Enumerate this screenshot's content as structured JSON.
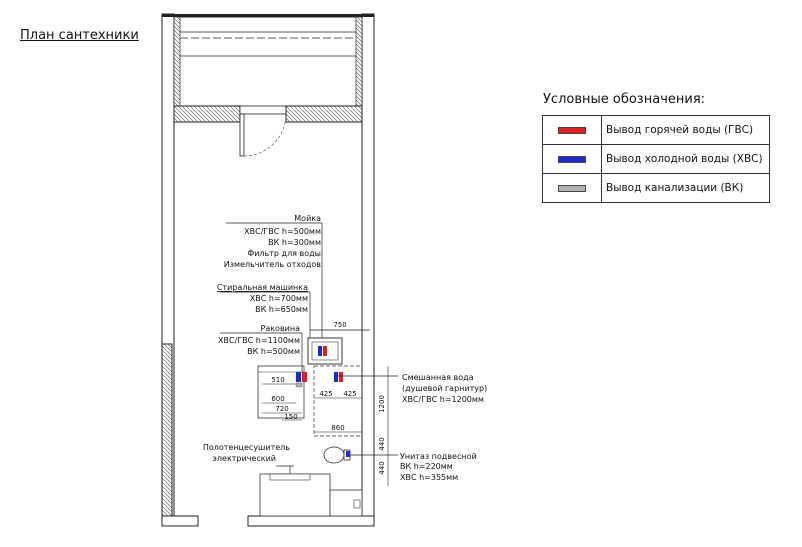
{
  "title": "План сантехники",
  "legend": {
    "heading": "Условные обозначения:",
    "items": [
      {
        "label": "Вывод горячей воды (ГВС)",
        "color": "#e02020"
      },
      {
        "label": "Вывод холодной воды (ХВС)",
        "color": "#1a2ccc"
      },
      {
        "label": "Вывод канализации (ВК)",
        "color": "#b0b0b0"
      }
    ]
  },
  "fixtures": {
    "sink": {
      "name": "Мойка",
      "line1": "ХВС/ГВС h=500мм",
      "line2": "ВК h=300мм",
      "line3": "Фильтр для воды",
      "line4": "Измельчитель отходов"
    },
    "washer": {
      "name": "Стиральная машинка",
      "line1": "ХВС h=700мм",
      "line2": "ВК h=650мм"
    },
    "basin": {
      "name": "Раковина",
      "line1": "ХВС/ГВС h=1100мм",
      "line2": "ВК h=500мм"
    },
    "shower": {
      "line1": "Смешанная вода",
      "line2": "(душевой гарнитур)",
      "line3": "ХВС/ГВС h=1200мм"
    },
    "towel": {
      "line1": "Полотенцесушитель",
      "line2": "электрический"
    },
    "toilet": {
      "line1": "Унитаз подвесной",
      "line2": "ВК  h=220мм",
      "line3": "ХВС h=355мм"
    }
  },
  "dimensions": {
    "d750": "750",
    "d510": "510",
    "d600": "600",
    "d720": "720",
    "d150": "150",
    "d425a": "425",
    "d425b": "425",
    "d860": "860",
    "d1200": "1200",
    "d440a": "440",
    "d440b": "440"
  }
}
